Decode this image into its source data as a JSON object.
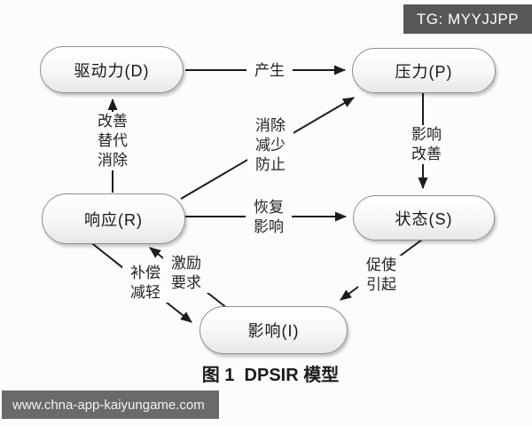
{
  "badge": {
    "label": "TG: MYYJJPP"
  },
  "watermark": {
    "label": "www.chna-app-kaiyungame.com"
  },
  "caption": {
    "label": "图 1  DPSIR 模型"
  },
  "nodes": {
    "driver": {
      "label": "驱动力(D)"
    },
    "pressure": {
      "label": "压力(P)"
    },
    "response": {
      "label": "响应(R)"
    },
    "state": {
      "label": "状态(S)"
    },
    "impact": {
      "label": "影响(I)"
    }
  },
  "edges": {
    "driver_to_pressure": {
      "labels": [
        "产生"
      ]
    },
    "response_to_driver": {
      "labels": [
        "改善",
        "替代",
        "消除"
      ]
    },
    "response_to_pressure": {
      "labels": [
        "消除",
        "减少",
        "防止"
      ]
    },
    "pressure_to_state": {
      "labels": [
        "影响",
        "改善"
      ]
    },
    "response_to_state": {
      "labels": [
        "恢复",
        "影响"
      ]
    },
    "state_to_impact": {
      "labels": [
        "促使",
        "引起"
      ]
    },
    "impact_to_response": {
      "labels": [
        "激励",
        "要求"
      ]
    },
    "response_to_impact": {
      "labels": [
        "补偿",
        "减轻"
      ]
    }
  },
  "colors": {
    "background": "#fcfcfc",
    "arrow": "#1c1c1c",
    "node_border": "#8e8e8e",
    "node_fill_top": "#ffffff",
    "node_fill_bottom": "#e7e7e7",
    "badge_bg": "#57575a",
    "watermark_bg": "#6a6a6a"
  }
}
